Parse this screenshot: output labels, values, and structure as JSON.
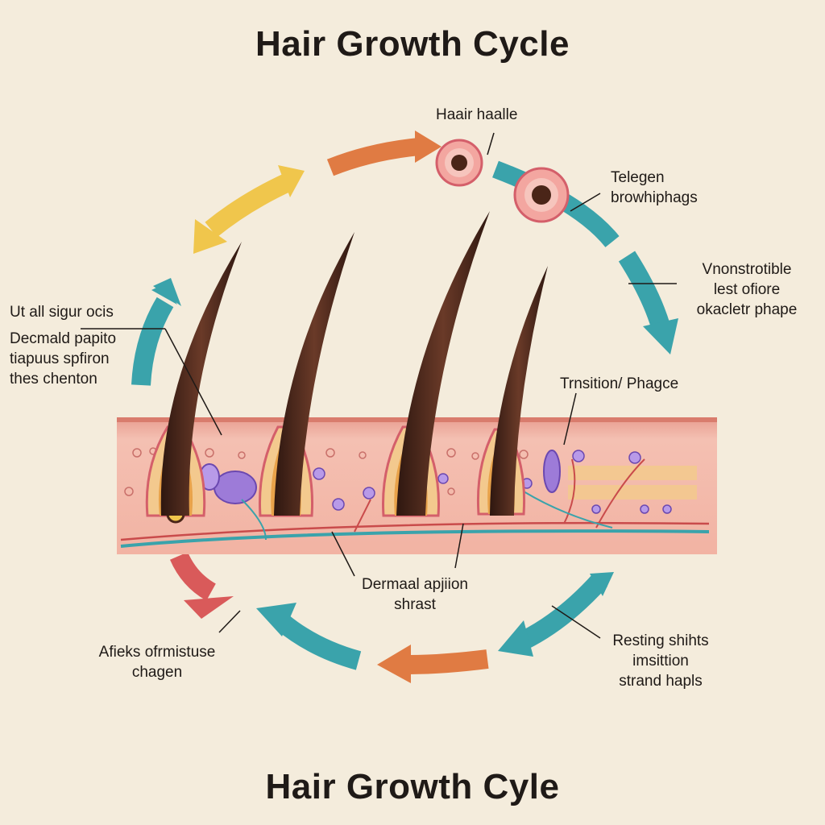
{
  "titles": {
    "top": "Hair Growth Cycle",
    "bottom": "Hair Growth  Cyle"
  },
  "labels": {
    "hair_follicle": "Haair haalle",
    "telogen": [
      "Telegen",
      "browhiphags"
    ],
    "vnonstrotible": [
      "Vnonstrotible",
      "lest ofiore",
      "okacletr phape"
    ],
    "transition": "Trnsition/ Phagce",
    "left": [
      "Ut all sigur ocis",
      "Decmald papito",
      "tiapuus spfiron",
      "thes chenton"
    ],
    "dermal": [
      "Dermaal apjiion",
      "shrast"
    ],
    "afieks": [
      "Afieks ofrmistuse",
      "chagen"
    ],
    "resting": [
      "Resting shihts",
      "imsittion",
      "strand hapls"
    ]
  },
  "colors": {
    "background": "#f4ecdc",
    "arrow_orange": "#e07b43",
    "arrow_teal": "#3aa3ab",
    "arrow_yellow": "#f0c64c",
    "arrow_red": "#d95a5a",
    "skin": "#f2b5a7",
    "hair": "#4a2518"
  },
  "icons": [
    "circle-arrow-icon",
    "follicle-icon",
    "hair-strand-icon"
  ]
}
